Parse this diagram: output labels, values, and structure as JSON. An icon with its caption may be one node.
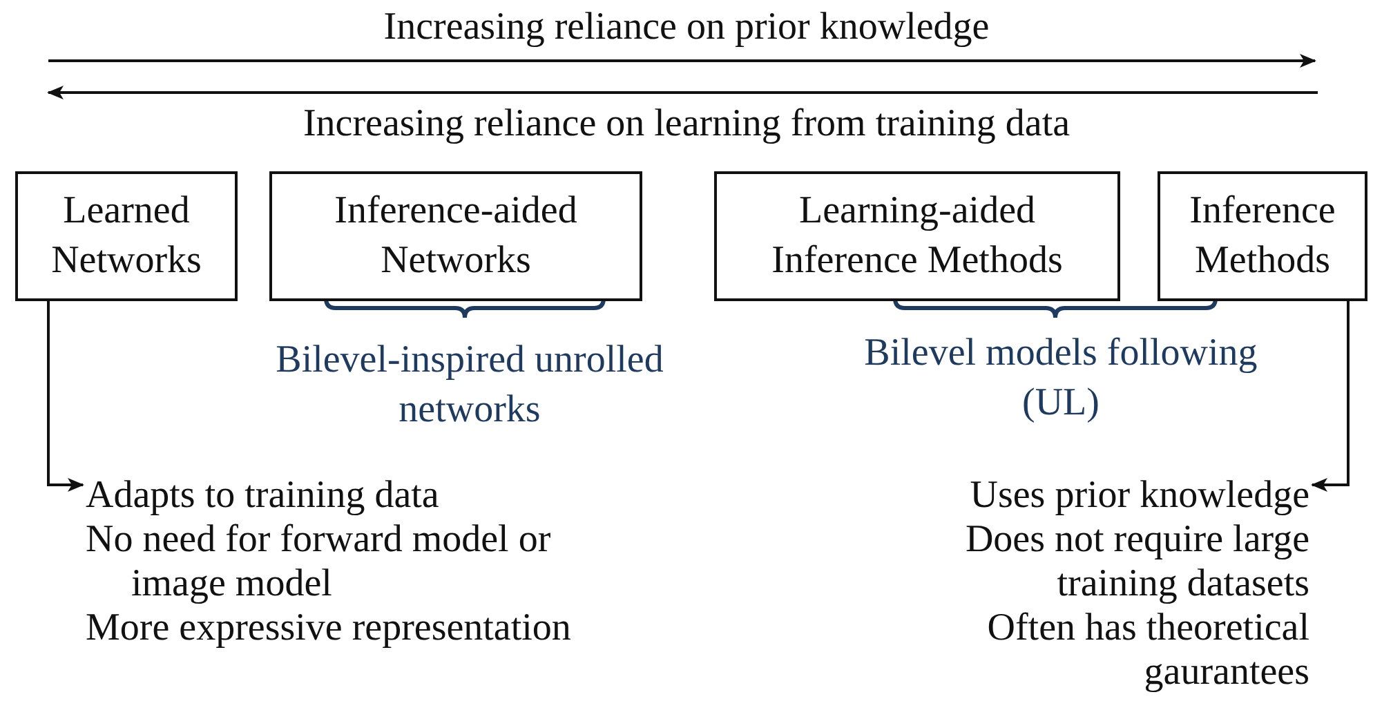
{
  "diagram": {
    "nodes": [
      {
        "text": [
          "Learned Networks"
        ]
      },
      {
        "text": [
          "Inference-aided Networks"
        ]
      },
      {
        "text": [
          "Learning-aided Inference Methods"
        ]
      },
      {
        "text": [
          "Inference Methods"
        ]
      },
      {
        "text": [
          "Adapts to training data",
          "No need for forward model or image model",
          "More expressive representation"
        ]
      },
      {
        "text": [
          "Uses prior knowledge",
          "Does not require large training datasets",
          "Often has theoretical gaurantees"
        ]
      }
    ],
    "edges": [
      {
        "from": 0,
        "to": 4,
        "arrow": "to"
      },
      {
        "from": 3,
        "to": 5,
        "arrow": "to"
      }
    ],
    "labels": [
      "Increasing reliance on prior knowledge",
      "Increasing reliance on learning from training data",
      "Bilevel-inspired unrolled networks",
      "Bilevel models following (UL)"
    ]
  }
}
